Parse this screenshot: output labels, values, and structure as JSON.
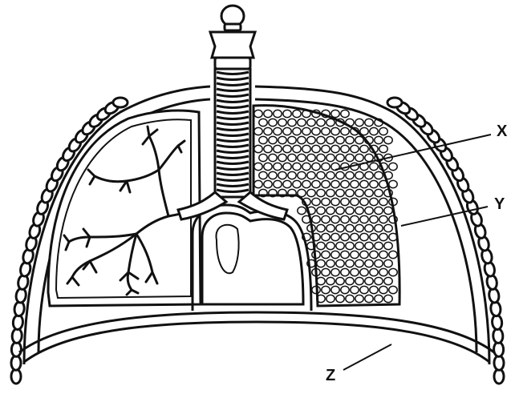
{
  "labels": {
    "x": "X",
    "y": "Y",
    "z": "Z"
  },
  "colors": {
    "ink": "#111111",
    "background": "#ffffff"
  }
}
